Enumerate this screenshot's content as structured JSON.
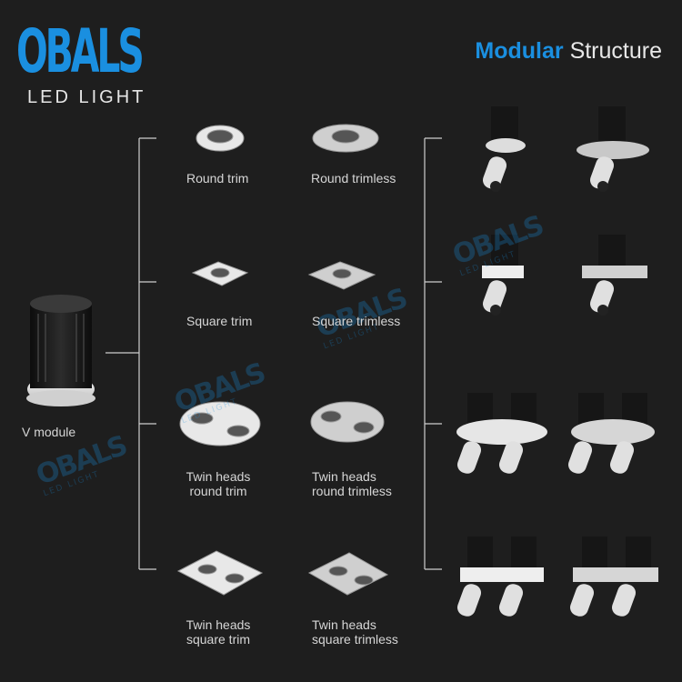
{
  "logo": {
    "name": "OBALS",
    "sub": "LED LIGHT"
  },
  "title": {
    "accent": "Modular",
    "rest": "Structure"
  },
  "colors": {
    "accent": "#1a8fe0",
    "background": "#1e1e1e"
  },
  "module": {
    "label": "V module"
  },
  "trims": [
    {
      "label_1": "Round trim",
      "label_2": ""
    },
    {
      "label_1": "Round trimless",
      "label_2": ""
    },
    {
      "label_1": "Square trim",
      "label_2": ""
    },
    {
      "label_1": "Square trimless",
      "label_2": ""
    },
    {
      "label_1": "Twin heads",
      "label_2": "round trim"
    },
    {
      "label_1": "Twin heads",
      "label_2": "round trimless"
    },
    {
      "label_1": "Twin heads",
      "label_2": "square trim"
    },
    {
      "label_1": "Twin heads",
      "label_2": "square trimless"
    }
  ]
}
